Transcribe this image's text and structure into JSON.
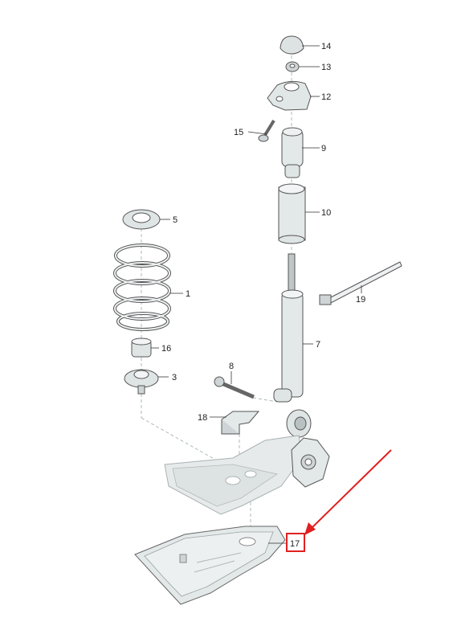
{
  "callouts": [
    {
      "id": "14",
      "text": "14"
    },
    {
      "id": "13",
      "text": "13"
    },
    {
      "id": "12",
      "text": "12"
    },
    {
      "id": "15",
      "text": "15"
    },
    {
      "id": "9",
      "text": "9"
    },
    {
      "id": "10",
      "text": "10"
    },
    {
      "id": "5",
      "text": "5"
    },
    {
      "id": "1",
      "text": "1"
    },
    {
      "id": "19",
      "text": "19"
    },
    {
      "id": "7",
      "text": "7"
    },
    {
      "id": "16",
      "text": "16"
    },
    {
      "id": "3",
      "text": "3"
    },
    {
      "id": "8",
      "text": "8"
    },
    {
      "id": "18",
      "text": "18"
    },
    {
      "id": "17",
      "text": "17"
    }
  ],
  "highlight": {
    "target": "17",
    "color": "#e02020"
  },
  "colors": {
    "part_fill": "#e4e9ea",
    "part_dark": "#c7ced0",
    "line": "#555555"
  }
}
